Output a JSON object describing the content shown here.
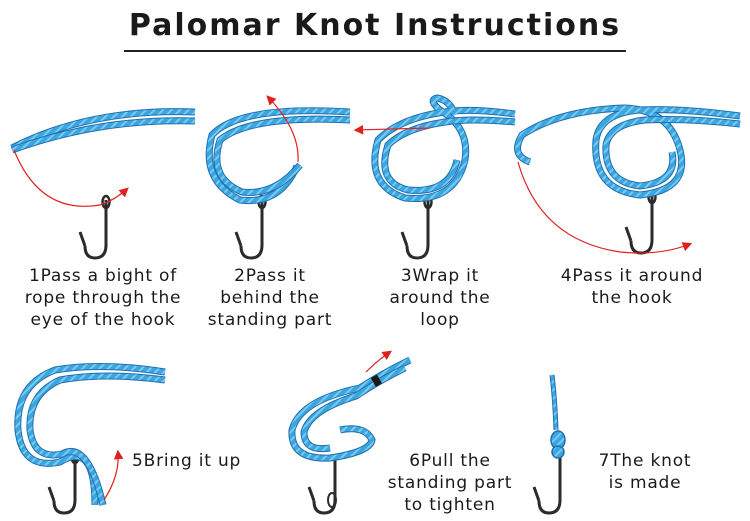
{
  "title": "Palomar Knot Instructions",
  "colors": {
    "rope": "#3aa6e0",
    "rope_dark": "#1f6fae",
    "arrow": "#e02020",
    "hook": "#2b2b2b",
    "badge": "#9a9a9a"
  },
  "steps": [
    {
      "num": "1",
      "lines": [
        "Pass a bight of",
        "rope through the",
        "eye of the hook"
      ]
    },
    {
      "num": "2",
      "lines": [
        "Pass it",
        "behind the",
        "standing part"
      ]
    },
    {
      "num": "3",
      "lines": [
        "Wrap it",
        "around the",
        "loop"
      ]
    },
    {
      "num": "4",
      "lines": [
        "Pass it around",
        "the hook"
      ]
    },
    {
      "num": "5",
      "lines": [
        "Bring it up"
      ]
    },
    {
      "num": "6",
      "lines": [
        "Pull the",
        "standing part",
        "to tighten"
      ]
    },
    {
      "num": "7",
      "lines": [
        "The knot",
        "is made"
      ]
    }
  ]
}
